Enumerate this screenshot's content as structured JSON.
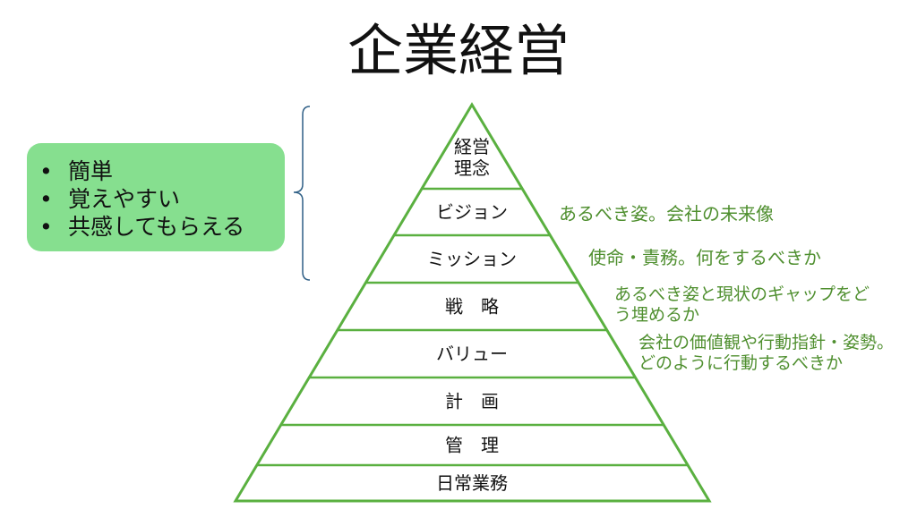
{
  "title": "企業経営",
  "pyramid": {
    "line_color": "#5ab040",
    "layers": [
      {
        "label_lines": [
          "経営",
          "理念"
        ]
      },
      {
        "label_lines": [
          "ビジョン"
        ]
      },
      {
        "label_lines": [
          "ミッション"
        ]
      },
      {
        "label_lines": [
          "戦　略"
        ]
      },
      {
        "label_lines": [
          "バリュー"
        ]
      },
      {
        "label_lines": [
          "計　画"
        ]
      },
      {
        "label_lines": [
          "管　理"
        ]
      },
      {
        "label_lines": [
          "日常業務"
        ]
      }
    ]
  },
  "callout": {
    "background": "#86df8f",
    "items": [
      "簡単",
      "覚えやすい",
      "共感してもらえる"
    ]
  },
  "brace_color": "#2f5f86",
  "annotations": {
    "vision": [
      "あるべき姿。会社の未来像"
    ],
    "mission": [
      "使命・責務。何をするべきか"
    ],
    "strategy": [
      "あるべき姿と現状のギャップをど",
      "う埋めるか"
    ],
    "value": [
      "会社の価値観や行動指針・姿勢。",
      "どのように行動するべきか"
    ]
  }
}
